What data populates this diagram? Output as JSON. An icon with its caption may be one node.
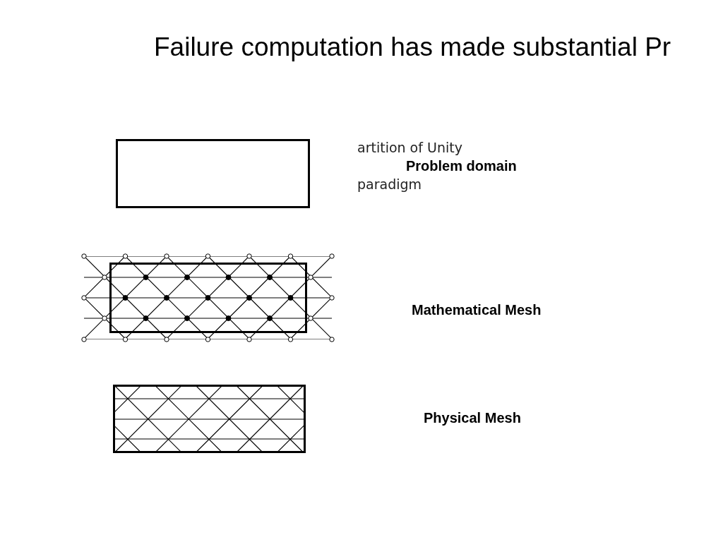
{
  "diagram": {
    "title": "Failure computation has made substantial Pr",
    "nodes": [
      {
        "text": [],
        "shape": "box"
      },
      {
        "text": [],
        "shape": "box"
      },
      {
        "text": [],
        "shape": "box"
      }
    ],
    "labels": [
      "artition of Unity",
      "Problem domain",
      "paradigm",
      "Mathematical Mesh",
      "Physical Mesh"
    ]
  }
}
